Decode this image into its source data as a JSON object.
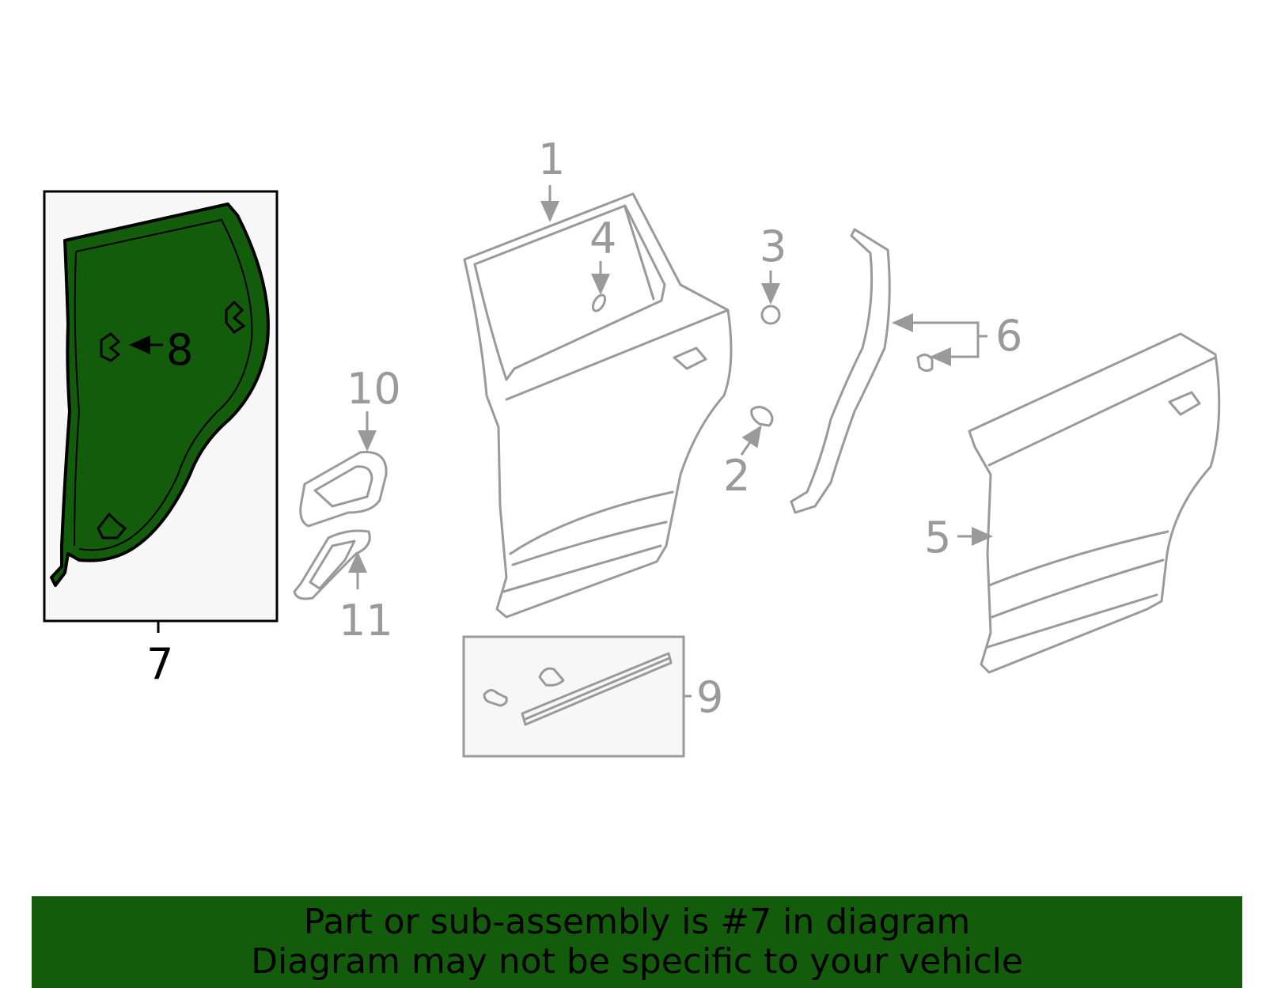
{
  "diagram": {
    "callouts": {
      "c1": "1",
      "c2": "2",
      "c3": "3",
      "c4": "4",
      "c5": "5",
      "c6": "6",
      "c7": "7",
      "c8": "8",
      "c9": "9",
      "c10": "10",
      "c11": "11"
    },
    "highlight_color": "#125c0c",
    "part_outline_color": "#9a9a9a",
    "box_fill_color": "#f7f7f7"
  },
  "banner": {
    "line1": "Part or sub-assembly is #7 in diagram",
    "line2": "Diagram may not be specific to your vehicle",
    "background": "#125c0c"
  }
}
